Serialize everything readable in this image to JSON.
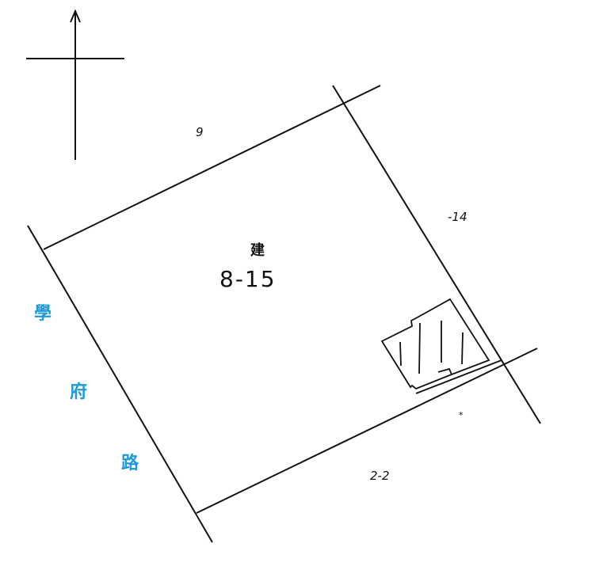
{
  "parcels": {
    "main_tag": "建",
    "main_number": "8-15",
    "north_neighbor": "9",
    "east_neighbor": "-14",
    "south_neighbor": "2-2"
  },
  "road": {
    "chars": [
      "學",
      "府",
      "路"
    ],
    "color": "#1e9ad6"
  },
  "mark": "*",
  "icons": {
    "north_arrow": "north-arrow-icon"
  }
}
